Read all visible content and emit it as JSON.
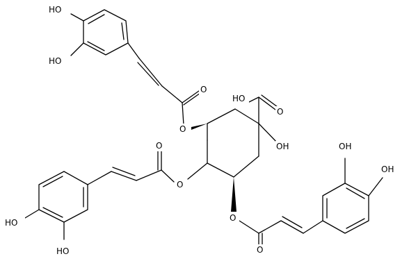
{
  "molecule": {
    "labels": {
      "top_ring_para_oh": "HO",
      "top_ring_meta_oh": "HO",
      "ester_top_oxygen": "O",
      "ester_top_carbonyl_o": "O",
      "acid_oh": "HO",
      "acid_carbonyl_o": "O",
      "c1_hydroxyl": "OH",
      "ester_left_carbonyl_o": "O",
      "ester_left_oxygen": "O",
      "left_ring_para_oh": "HO",
      "left_ring_meta_oh": "HO",
      "ester_right_oxygen": "O",
      "ester_right_carbonyl_o": "O",
      "right_ring_meta_oh": "OH",
      "right_ring_para_oh": "OH"
    },
    "colors": {
      "bonds": "#000000",
      "text": "#000000",
      "background": "#ffffff"
    }
  }
}
